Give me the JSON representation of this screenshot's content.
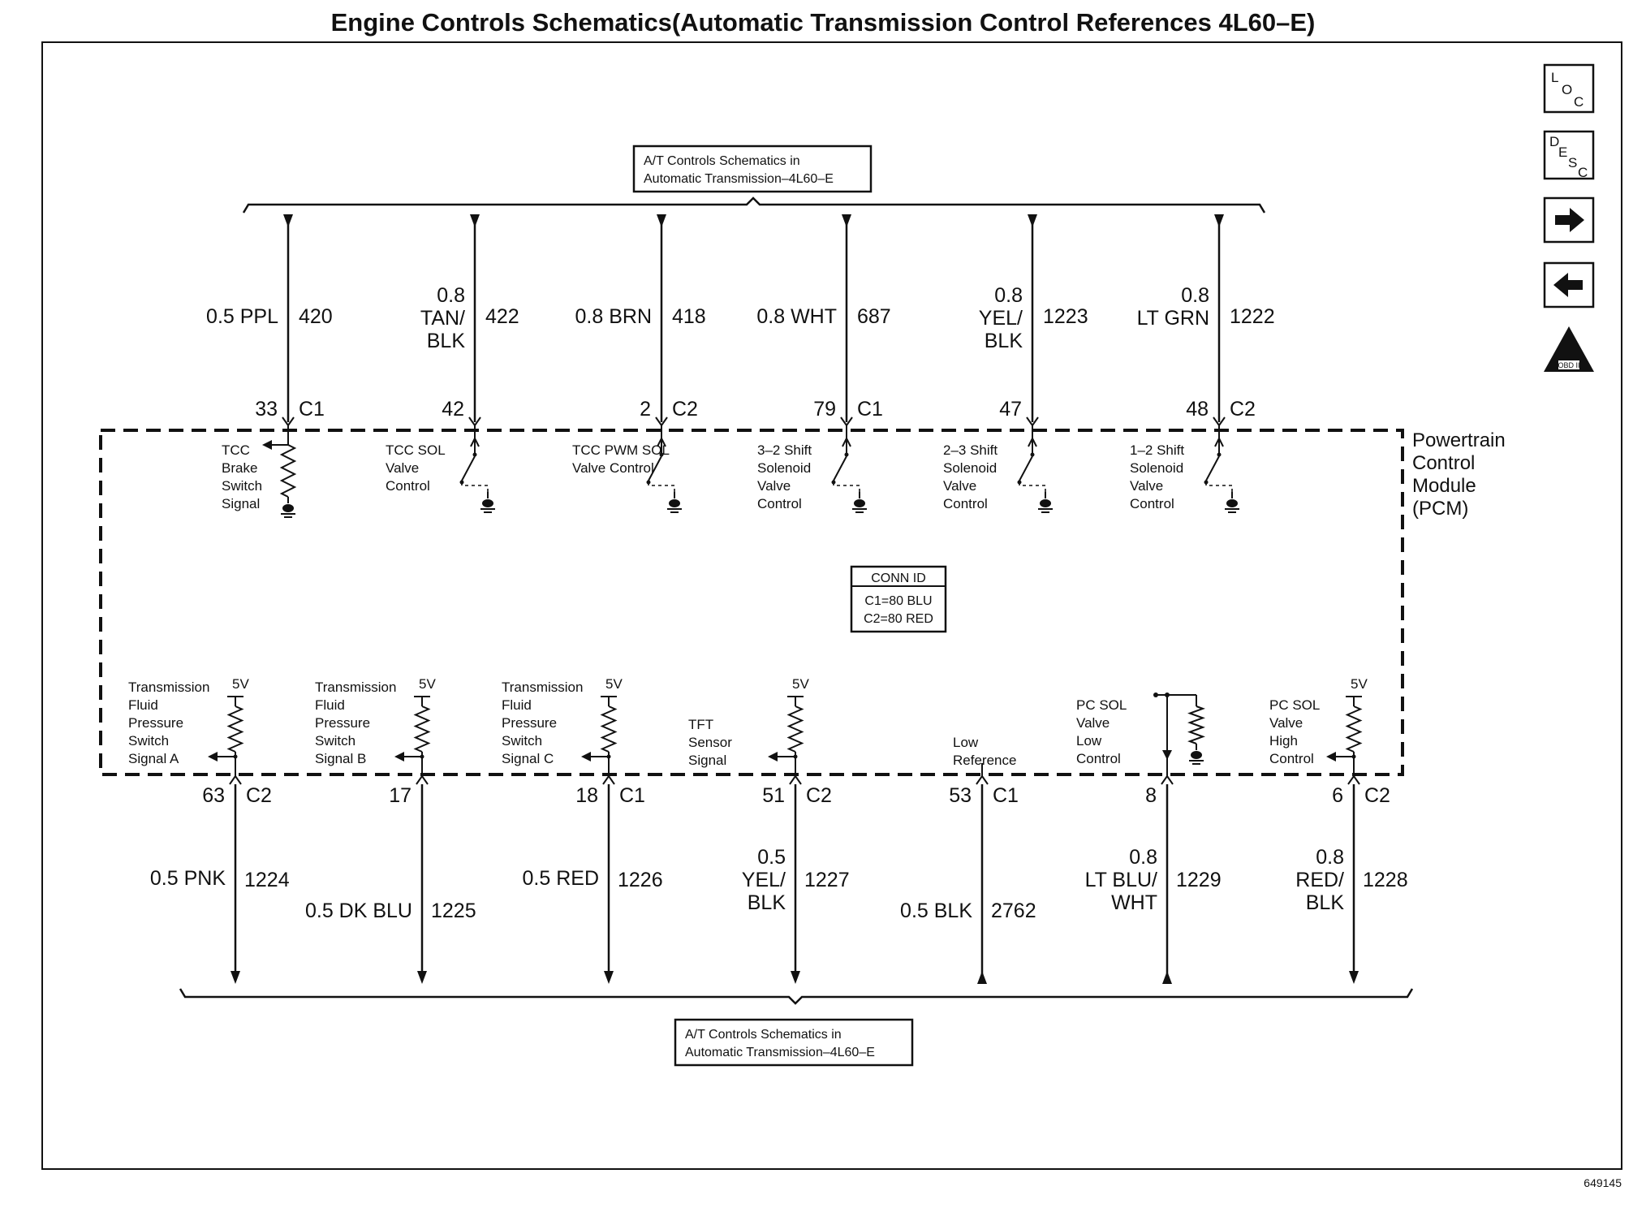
{
  "title": "Engine Controls Schematics(Automatic Transmission Control References 4L60–E)",
  "top_ref_line1": "A/T Controls Schematics in",
  "top_ref_line2": "Automatic Transmission–4L60–E",
  "bottom_ref_line1": "A/T Controls Schematics in",
  "bottom_ref_line2": "Automatic Transmission–4L60–E",
  "module_label": [
    "Powertrain",
    "Control",
    "Module",
    "(PCM)"
  ],
  "conn_id": {
    "title": "CONN ID",
    "c1": "C1=80 BLU",
    "c2": "C2=80 RED"
  },
  "figure_number": "649145",
  "nav_icons": {
    "loc": [
      "L",
      "O",
      "C"
    ],
    "desc": [
      "D",
      "E",
      "S",
      "C"
    ],
    "next": "next-arrow",
    "prev": "prev-arrow",
    "obd": "OBD II"
  },
  "top_circuits": [
    {
      "wire": [
        "0.5 PPL"
      ],
      "circuit": "420",
      "pin": "33",
      "conn": "C1",
      "component": [
        "TCC",
        "Brake",
        "Switch",
        "Signal"
      ]
    },
    {
      "wire": [
        "0.8",
        "TAN/",
        "BLK"
      ],
      "circuit": "422",
      "pin": "42",
      "conn": "",
      "component": [
        "TCC SOL",
        "Valve",
        "Control"
      ]
    },
    {
      "wire": [
        "0.8 BRN"
      ],
      "circuit": "418",
      "pin": "2",
      "conn": "C2",
      "component": [
        "TCC PWM SOL",
        "Valve Control"
      ]
    },
    {
      "wire": [
        "0.8 WHT"
      ],
      "circuit": "687",
      "pin": "79",
      "conn": "C1",
      "component": [
        "3–2 Shift",
        "Solenoid",
        "Valve",
        "Control"
      ]
    },
    {
      "wire": [
        "0.8",
        "YEL/",
        "BLK"
      ],
      "circuit": "1223",
      "pin": "47",
      "conn": "",
      "component": [
        "2–3 Shift",
        "Solenoid",
        "Valve",
        "Control"
      ]
    },
    {
      "wire": [
        "0.8",
        "LT GRN"
      ],
      "circuit": "1222",
      "pin": "48",
      "conn": "C2",
      "component": [
        "1–2 Shift",
        "Solenoid",
        "Valve",
        "Control"
      ]
    }
  ],
  "bottom_circuits": [
    {
      "wire": [
        "0.5 PNK"
      ],
      "circuit": "1224",
      "pin": "63",
      "conn": "C2",
      "component": [
        "Transmission",
        "Fluid",
        "Pressure",
        "Switch",
        "Signal A"
      ],
      "supply": "5V"
    },
    {
      "wire": [
        "0.5 DK BLU"
      ],
      "circuit": "1225",
      "pin": "17",
      "conn": "",
      "component": [
        "Transmission",
        "Fluid",
        "Pressure",
        "Switch",
        "Signal B"
      ],
      "supply": "5V"
    },
    {
      "wire": [
        "0.5 RED"
      ],
      "circuit": "1226",
      "pin": "18",
      "conn": "C1",
      "component": [
        "Transmission",
        "Fluid",
        "Pressure",
        "Switch",
        "Signal C"
      ],
      "supply": "5V"
    },
    {
      "wire": [
        "0.5",
        "YEL/",
        "BLK"
      ],
      "circuit": "1227",
      "pin": "51",
      "conn": "C2",
      "component": [
        "TFT",
        "Sensor",
        "Signal"
      ],
      "supply": "5V"
    },
    {
      "wire": [
        "0.5 BLK"
      ],
      "circuit": "2762",
      "pin": "53",
      "conn": "C1",
      "component": [
        "Low",
        "Reference"
      ],
      "supply": ""
    },
    {
      "wire": [
        "0.8",
        "LT BLU/",
        "WHT"
      ],
      "circuit": "1229",
      "pin": "8",
      "conn": "",
      "component": [
        "PC SOL",
        "Valve",
        "Low",
        "Control"
      ],
      "supply": ""
    },
    {
      "wire": [
        "0.8",
        "RED/",
        "BLK"
      ],
      "circuit": "1228",
      "pin": "6",
      "conn": "C2",
      "component": [
        "PC SOL",
        "Valve",
        "High",
        "Control"
      ],
      "supply": "5V"
    }
  ]
}
